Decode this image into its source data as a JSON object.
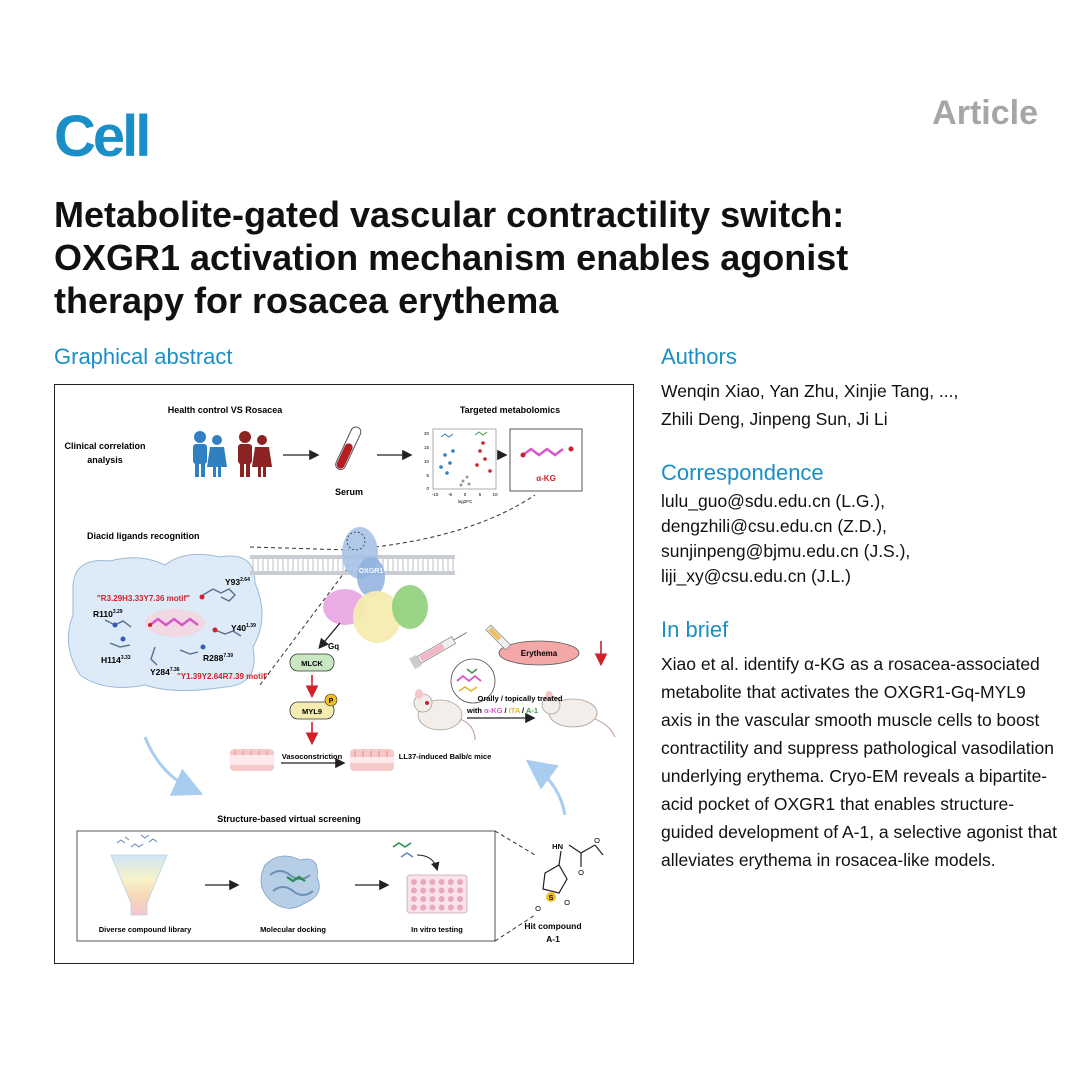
{
  "header": {
    "journal": "Cell",
    "type": "Article",
    "title_lines": [
      "Metabolite-gated vascular contractility switch:",
      "OXGR1 activation mechanism enables agonist",
      "therapy for rosacea erythema"
    ]
  },
  "graphical_abstract": {
    "heading": "Graphical abstract",
    "top": {
      "health_vs_rosacea": "Health control VS Rosacea",
      "targeted_metabolomics": "Targeted metabolomics",
      "clinical_line1": "Clinical correlation",
      "clinical_line2": "analysis",
      "serum": "Serum",
      "metabolite": "α-KG",
      "volcano_xlabel": "log2FC",
      "volcano_ticks": [
        "-10",
        "-5",
        "0",
        "5",
        "10"
      ],
      "volcano_yticks": [
        "20",
        "15",
        "10",
        "5",
        "0"
      ]
    },
    "mid": {
      "diacid_title": "Diacid ligands recognition",
      "motif1": "\"R3.29H3.33Y7.36 motif\"",
      "motif2": "\"Y1.39Y2.64R7.39 motif\"",
      "residues": {
        "r110": "R110",
        "r110_sup": "3.29",
        "h114": "H114",
        "h114_sup": "3.33",
        "y284": "Y284",
        "y284_sup": "7.36",
        "r288": "R288",
        "r288_sup": "7.39",
        "y93": "Y93",
        "y93_sup": "2.64",
        "y40": "Y40",
        "y40_sup": "1.39"
      },
      "receptor": "OXGR1",
      "gq": "Gq",
      "mlck": "MLCK",
      "myl9": "MYL9",
      "phospho": "P",
      "vasoconstriction": "Vasoconstriction",
      "mice_model": "LL37-induced Balb/c mice",
      "erythema": "Erythema",
      "treatment_line1": "Orally / topically treated",
      "treatment_with": "with",
      "treat_akg": "α-KG",
      "treat_ita": "ITA",
      "treat_a1": "A-1",
      "slash": " / "
    },
    "bottom": {
      "title": "Structure-based virtual screening",
      "library": "Diverse compound library",
      "docking": "Molecular docking",
      "invitro": "In vitro testing",
      "hit_line1": "Hit compound",
      "hit_line2": "A-1",
      "hn": "HN",
      "o": "O",
      "s": "S"
    }
  },
  "authors": {
    "heading": "Authors",
    "lines": [
      "Wenqin Xiao, Yan Zhu, Xinjie Tang, ...,",
      "Zhili Deng, Jinpeng Sun, Ji Li"
    ]
  },
  "correspondence": {
    "heading": "Correspondence",
    "lines": [
      "lulu_guo@sdu.edu.cn (L.G.),",
      "dengzhili@csu.edu.cn (Z.D.),",
      "sunjinpeng@bjmu.edu.cn (J.S.),",
      "liji_xy@csu.edu.cn (J.L.)"
    ]
  },
  "in_brief": {
    "heading": "In brief",
    "text": "Xiao et al. identify α-KG as a rosacea-associated metabolite that activates the OXGR1-Gq-MYL9 axis in the vascular smooth muscle cells to boost contractility and suppress pathological vasodilation underlying erythema. Cryo-EM reveals a bipartite-acid pocket of OXGR1 that enables structure-guided development of A-1, a selective agonist that alleviates erythema in rosacea-like models."
  },
  "colors": {
    "brand": "#1a8fc7",
    "article_gray": "#a6a6a6",
    "red": "#d0202a",
    "health_blue": "#2f7fc1",
    "rosacea_red": "#8b2323"
  }
}
